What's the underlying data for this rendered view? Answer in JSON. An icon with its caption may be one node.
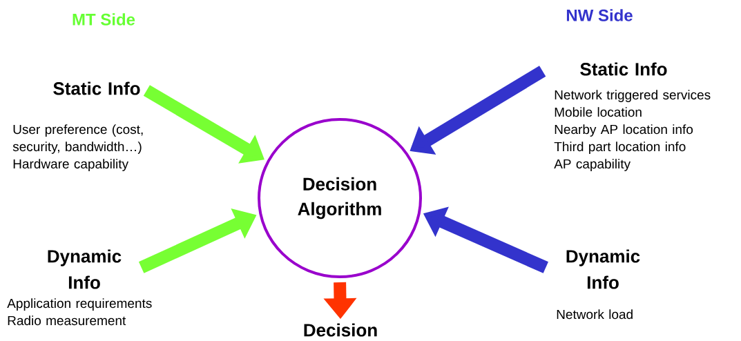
{
  "diagram": {
    "nodes": [
      {
        "text": [
          "Static Info"
        ],
        "beside": [
          "User preference (cost, security, bandwidth…)",
          "Hardware capability"
        ]
      },
      {
        "text": [
          "Dynamic Info"
        ],
        "beside": [
          "Application requirements",
          "Radio measurement"
        ]
      },
      {
        "text": [
          "Decision Algorithm"
        ]
      },
      {
        "text": [
          "Static Info"
        ],
        "beside": [
          "Network triggered services",
          "Mobile location",
          "Nearby AP location info",
          "Third part location info",
          "AP capability"
        ]
      },
      {
        "text": [
          "Dynamic Info"
        ],
        "beside": [
          "Network load"
        ]
      },
      {
        "text": [
          "Decision"
        ]
      }
    ],
    "edges": [
      {
        "from": 0,
        "to": 2,
        "arrow": "to",
        "color": "#77ff33"
      },
      {
        "from": 1,
        "to": 2,
        "arrow": "to",
        "color": "#77ff33"
      },
      {
        "from": 3,
        "to": 2,
        "arrow": "to",
        "color": "#3333cc"
      },
      {
        "from": 4,
        "to": 2,
        "arrow": "to",
        "color": "#3333cc"
      },
      {
        "from": 2,
        "to": 5,
        "arrow": "to",
        "color": "#ff3300"
      }
    ],
    "labels": [
      "MT Side",
      "NW Side"
    ]
  }
}
